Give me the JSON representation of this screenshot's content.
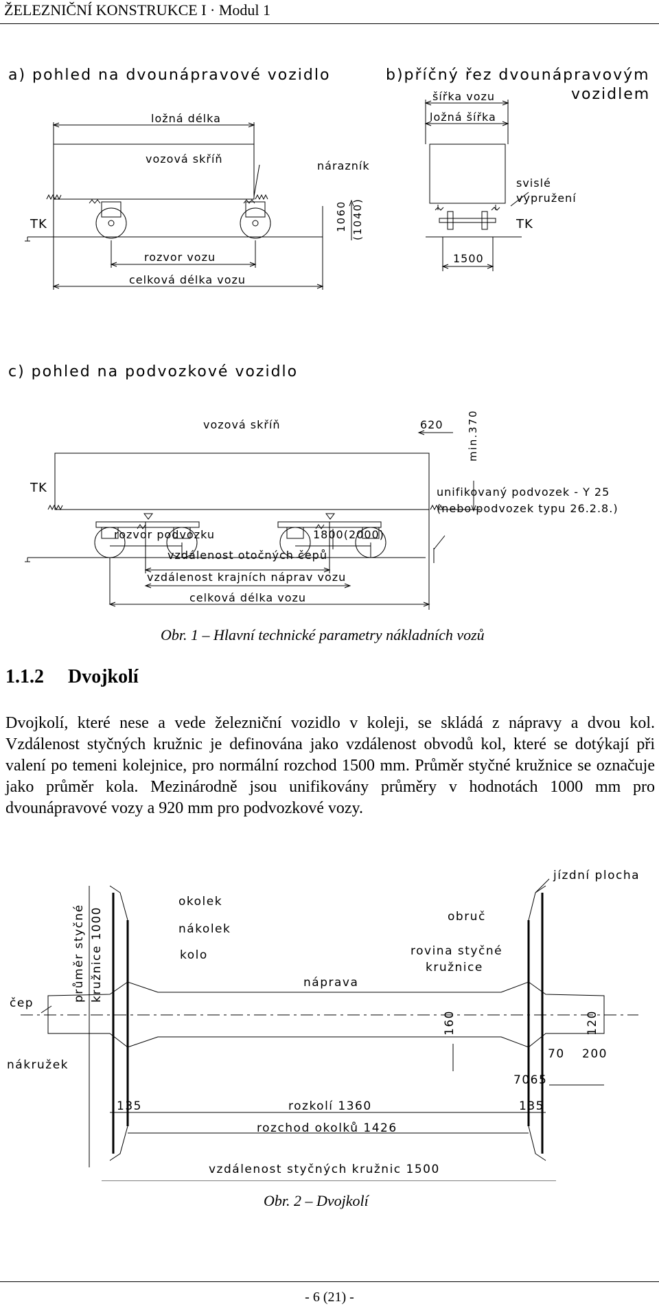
{
  "header": {
    "title": "ŽELEZNIČNÍ KONSTRUKCE I · Modul 1"
  },
  "figure1": {
    "part_a": {
      "title": "a) pohled na dvounápravové vozidlo",
      "lozna_delka": "ložná délka",
      "vozova_skrin": "vozová skříň",
      "naraznik": "nárazník",
      "tk": "TK",
      "dim_1060": "1060",
      "dim_1040": "(1040)",
      "rozvor": "rozvor vozu",
      "celkova": "celková délka vozu"
    },
    "part_b": {
      "title_line1": "b)příčný řez dvounápravovým",
      "title_line2": "vozidlem",
      "sirka": "šířka vozu",
      "lozna_sirka": "ložná šířka",
      "svisle1": "svislé",
      "svisle2": "vypružení",
      "tk": "TK",
      "dim_1500": "1500"
    },
    "part_c": {
      "title": "c) pohled na podvozkové vozidlo",
      "vozova_skrin": "vozová skříň",
      "dim_620": "620",
      "min370": "min.370",
      "tk": "TK",
      "podvozek1": "unifikovaný podvozek - Y 25",
      "podvozek2": "(nebo podvozek typu 26.2.8.)",
      "rozvor_podvozku": "rozvor podvozku",
      "dim_1800": "1800(2000)",
      "otocnych": "vzdálenost otočných čepů",
      "krajnich": "vzdálenost krajních náprav vozu",
      "celkova": "celková délka vozu"
    },
    "caption": "Obr. 1 – Hlavní technické parametry nákladních vozů"
  },
  "section": {
    "number": "1.1.2",
    "title": "Dvojkolí"
  },
  "paragraph": "Dvojkolí, které nese a vede železniční vozidlo v koleji, se skládá z nápravy a dvou kol. Vzdálenost styčných kružnic je definována jako vzdálenost obvodů kol, které se dotýkají při valení po temeni kolejnice, pro normální rozchod 1500 mm. Průměr styčné kružnice se označuje jako průměr kola. Mezinárodně jsou unifikovány průměry v hodnotách 1000 mm pro dvounápravové vozy a 920 mm pro podvozkové vozy.",
  "figure2": {
    "jizdni": "jízdní plocha",
    "okolek": "okolek",
    "nakolek": "nákolek",
    "kolo": "kolo",
    "obruc": "obruč",
    "rovina1": "rovina styčné",
    "rovina2": "kružnice",
    "naprava": "náprava",
    "cep": "čep",
    "prumer1": "průměr styčné",
    "prumer2": "kružnice 1000",
    "nakruzek": "nákružek",
    "d160": "160",
    "d120": "120",
    "d70": "70",
    "d200": "200",
    "d7065": "7065",
    "d135l": "135",
    "d135r": "135",
    "rozkoli": "rozkolí 1360",
    "rozchod": "rozchod okolků 1426",
    "styc": "vzdálenost styčných kružnic 1500",
    "caption": "Obr. 2 – Dvojkolí"
  },
  "footer": {
    "page": "- 6 (21) -"
  }
}
